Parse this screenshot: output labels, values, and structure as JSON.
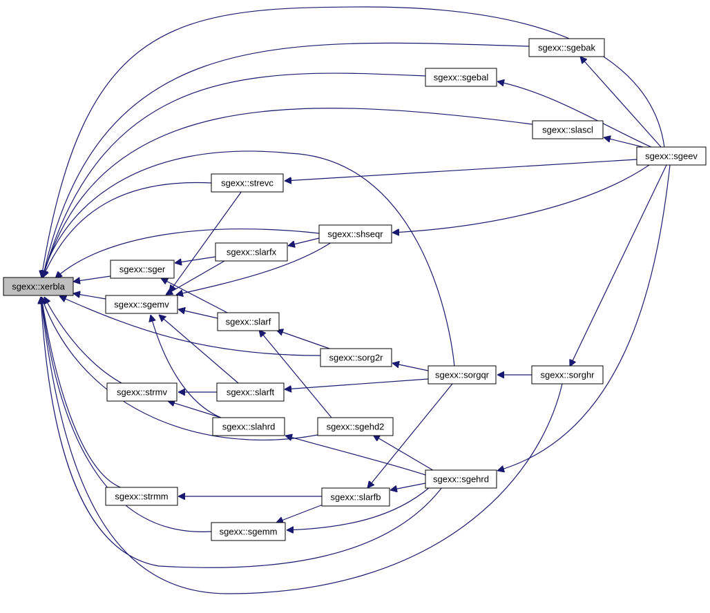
{
  "graph": {
    "edge_color": "#191970",
    "highlight_fill": "#bfbfbf",
    "nodes": {
      "xerbla": "sgexx::xerbla",
      "sgebak": "sgexx::sgebak",
      "sgebal": "sgexx::sgebal",
      "slascl": "sgexx::slascl",
      "sgeev": "sgexx::sgeev",
      "strevc": "sgexx::strevc",
      "shseqr": "sgexx::shseqr",
      "slarfx": "sgexx::slarfx",
      "sger": "sgexx::sger",
      "sgemv": "sgexx::sgemv",
      "slarf": "sgexx::slarf",
      "sorg2r": "sgexx::sorg2r",
      "sorgqr": "sgexx::sorgqr",
      "sorghr": "sgexx::sorghr",
      "strmv": "sgexx::strmv",
      "slarft": "sgexx::slarft",
      "slahrd": "sgexx::slahrd",
      "sgehd2": "sgexx::sgehd2",
      "sgehrd": "sgexx::sgehrd",
      "strmm": "sgexx::strmm",
      "slarfb": "sgexx::slarfb",
      "sgemm": "sgexx::sgemm"
    },
    "edges": [
      [
        "sgebak",
        "xerbla"
      ],
      [
        "sgebal",
        "xerbla"
      ],
      [
        "slascl",
        "xerbla"
      ],
      [
        "strevc",
        "xerbla"
      ],
      [
        "shseqr",
        "xerbla"
      ],
      [
        "sger",
        "xerbla"
      ],
      [
        "sgemv",
        "xerbla"
      ],
      [
        "sorg2r",
        "xerbla"
      ],
      [
        "strmv",
        "xerbla"
      ],
      [
        "sgehd2",
        "xerbla"
      ],
      [
        "strmm",
        "xerbla"
      ],
      [
        "sgemm",
        "xerbla"
      ],
      [
        "sgeev",
        "xerbla"
      ],
      [
        "sorgqr",
        "xerbla"
      ],
      [
        "sorghr",
        "xerbla"
      ],
      [
        "sgehrd",
        "xerbla"
      ],
      [
        "sgeev",
        "sgebak"
      ],
      [
        "sgeev",
        "sgebal"
      ],
      [
        "sgeev",
        "slascl"
      ],
      [
        "sgeev",
        "strevc"
      ],
      [
        "sgeev",
        "shseqr"
      ],
      [
        "sgeev",
        "sorghr"
      ],
      [
        "sgeev",
        "sgehrd"
      ],
      [
        "strevc",
        "sgemv"
      ],
      [
        "shseqr",
        "slarfx"
      ],
      [
        "shseqr",
        "sgemv"
      ],
      [
        "slarfx",
        "sger"
      ],
      [
        "slarfx",
        "sgemv"
      ],
      [
        "slarf",
        "sger"
      ],
      [
        "slarf",
        "sgemv"
      ],
      [
        "sorg2r",
        "slarf"
      ],
      [
        "sgehd2",
        "slarf"
      ],
      [
        "sorgqr",
        "sorg2r"
      ],
      [
        "sorgqr",
        "slarft"
      ],
      [
        "sorgqr",
        "slarfb"
      ],
      [
        "sorghr",
        "sorgqr"
      ],
      [
        "slarft",
        "sgemv"
      ],
      [
        "slarft",
        "strmv"
      ],
      [
        "slahrd",
        "sgemv"
      ],
      [
        "slahrd",
        "strmv"
      ],
      [
        "sgehrd",
        "sgehd2"
      ],
      [
        "sgehrd",
        "slahrd"
      ],
      [
        "sgehrd",
        "slarfb"
      ],
      [
        "sgehrd",
        "sgemm"
      ],
      [
        "slarfb",
        "strmm"
      ],
      [
        "slarfb",
        "sgemm"
      ]
    ]
  }
}
